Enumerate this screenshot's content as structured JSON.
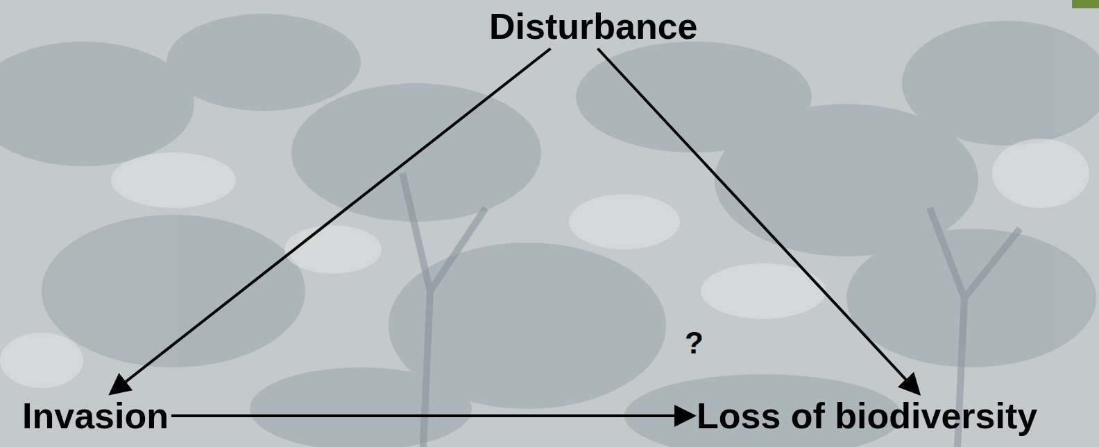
{
  "diagram": {
    "nodes": [
      {
        "text": [
          "Disturbance"
        ]
      },
      {
        "text": [
          "Invasion"
        ]
      },
      {
        "text": [
          "Loss of biodiversity"
        ]
      }
    ],
    "edges": [
      {
        "from": 0,
        "to": 1,
        "arrow": "to"
      },
      {
        "from": 0,
        "to": 2,
        "arrow": "to"
      },
      {
        "from": 1,
        "to": 2,
        "arrow": "to"
      }
    ],
    "labels": [
      "?"
    ]
  }
}
